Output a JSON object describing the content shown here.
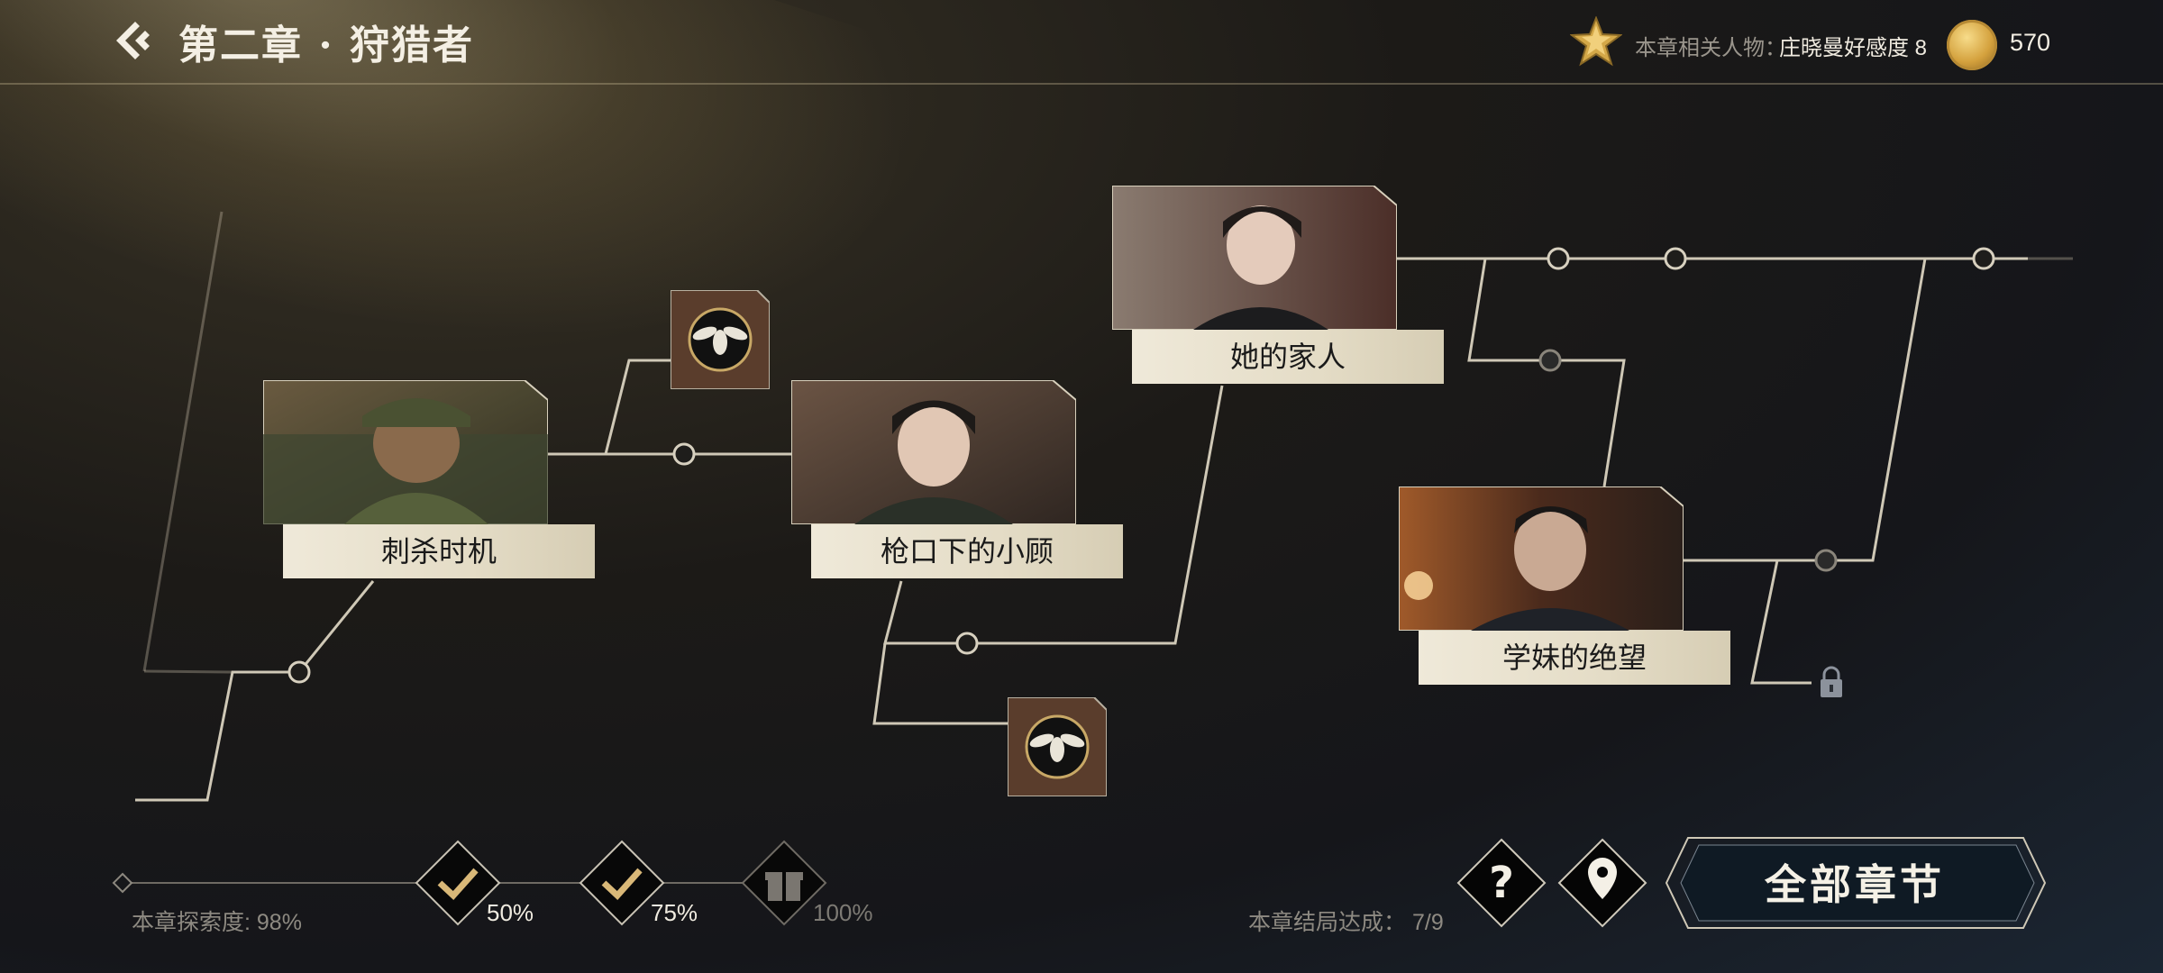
{
  "header": {
    "chapter_title": "第二章 · 狩猎者",
    "related_label": "本章相关人物：",
    "related_value": "庄晓曼好感度 8",
    "coin_count": "570"
  },
  "nodes": [
    {
      "id": "node-1",
      "label": "刺杀时机"
    },
    {
      "id": "node-2",
      "label": "枪口下的小顾"
    },
    {
      "id": "node-3",
      "label": "她的家人"
    },
    {
      "id": "node-4",
      "label": "学妹的绝望"
    }
  ],
  "progress": {
    "explore_label": "本章探索度:",
    "explore_value": "98%",
    "explore_fraction": 0.98,
    "milestones": [
      {
        "label": "50%",
        "state": "done"
      },
      {
        "label": "75%",
        "state": "done"
      },
      {
        "label": "100%",
        "state": "locked"
      }
    ],
    "ending_label": "本章结局达成：",
    "ending_value": "7/9"
  },
  "buttons": {
    "all_chapters": "全部章节"
  },
  "colors": {
    "accent_gold": "#d8b46a",
    "line": "#cfc8b6",
    "label_bg": "#e9e2cf"
  }
}
